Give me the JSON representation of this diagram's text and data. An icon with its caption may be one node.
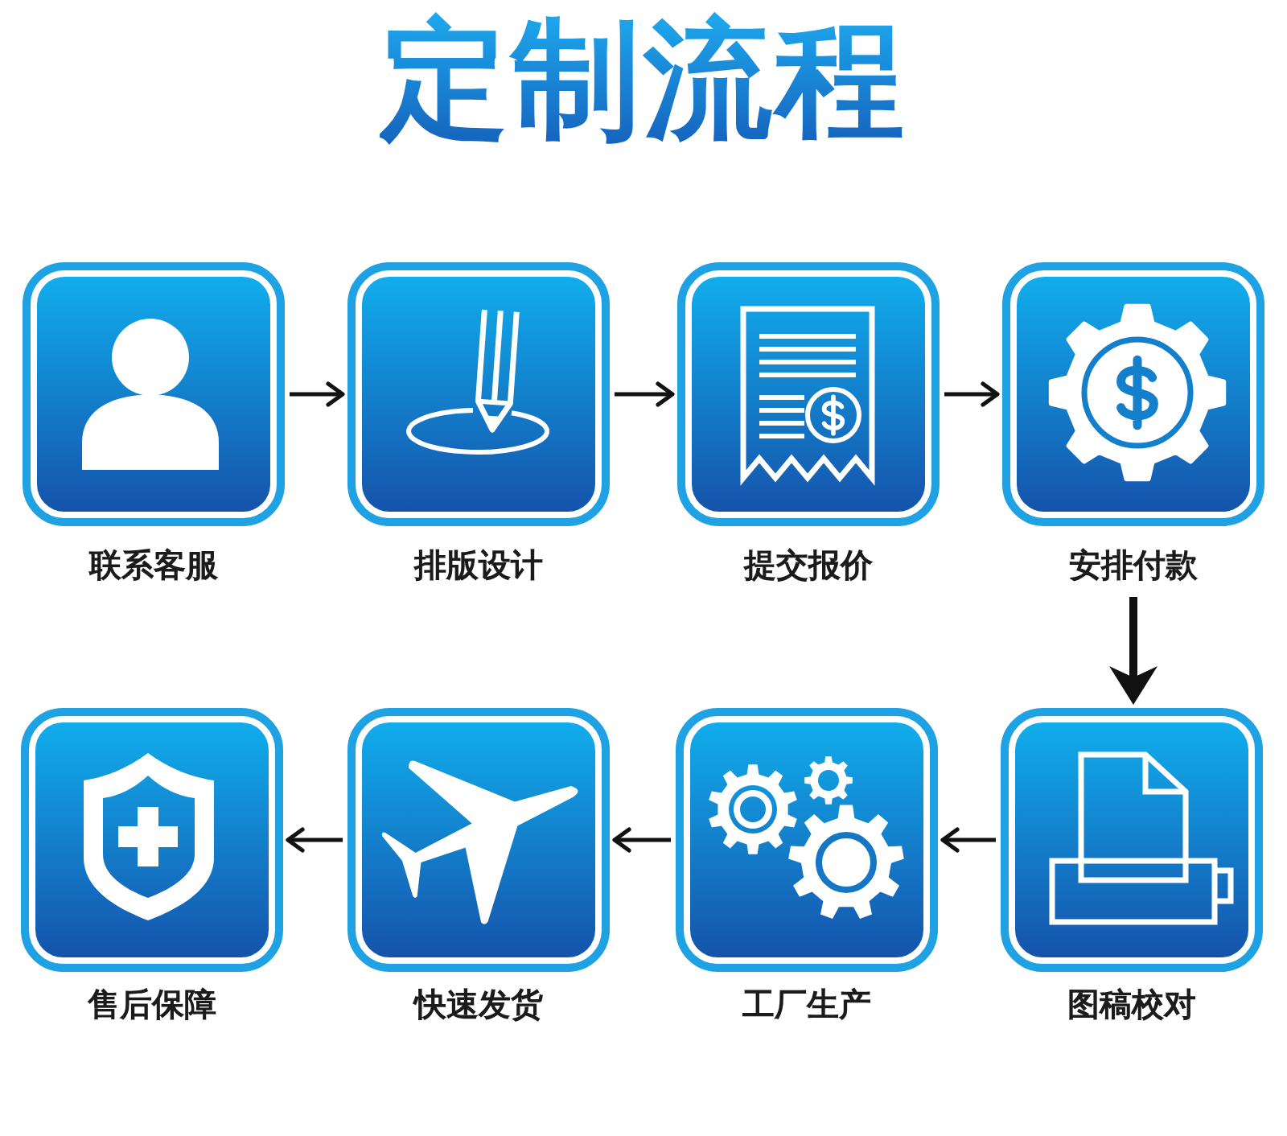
{
  "diagram": {
    "title": "定制流程",
    "nodes": [
      {
        "text": [
          "联系客服"
        ]
      },
      {
        "text": [
          "排版设计"
        ]
      },
      {
        "text": [
          "提交报价"
        ]
      },
      {
        "text": [
          "安排付款"
        ]
      },
      {
        "text": [
          "售后保障"
        ]
      },
      {
        "text": [
          "快速发货"
        ]
      },
      {
        "text": [
          "工厂生产"
        ]
      },
      {
        "text": [
          "图稿校对"
        ]
      }
    ],
    "edges": [
      {
        "from": 0,
        "to": 1,
        "arrow": "to"
      },
      {
        "from": 1,
        "to": 2,
        "arrow": "to"
      },
      {
        "from": 2,
        "to": 3,
        "arrow": "to"
      },
      {
        "from": 3,
        "to": 7,
        "arrow": "to",
        "style": "thick"
      },
      {
        "from": 7,
        "to": 6,
        "arrow": "to"
      },
      {
        "from": 6,
        "to": 5,
        "arrow": "to"
      },
      {
        "from": 5,
        "to": 4,
        "arrow": "to"
      }
    ]
  }
}
